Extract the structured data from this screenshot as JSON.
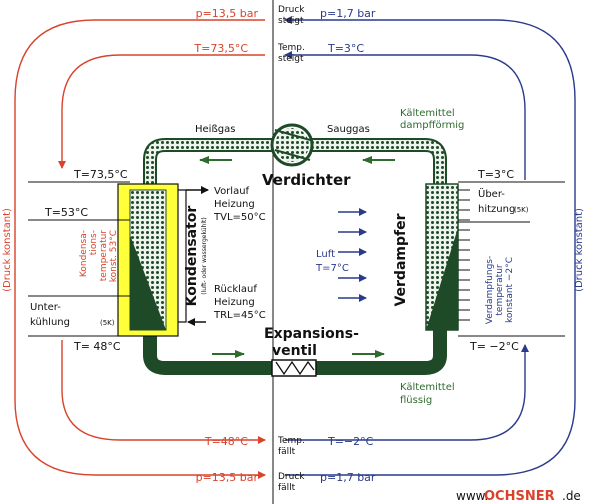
{
  "top": {
    "p_high": "p=13,5 bar",
    "p_low": "p=1,7 bar",
    "druck_1": "Druck",
    "druck_2": "steigt",
    "t_high": "T=73,5°C",
    "t_low": "T=3°C",
    "temp_1": "Temp.",
    "temp_2": "steigt"
  },
  "bottom": {
    "t_high": "T=48°C",
    "t_low": "T=−2°C",
    "temp_1": "Temp.",
    "temp_2": "fällt",
    "p_high": "p=13,5 bar",
    "p_low": "p=1,7 bar",
    "druck_1": "Druck",
    "druck_2": "fällt"
  },
  "pipes": {
    "heissgas": "Heißgas",
    "sauggas": "Sauggas",
    "vapor_1": "Kältemittel",
    "vapor_2": "dampfförmig",
    "liquid_1": "Kältemittel",
    "liquid_2": "flüssig"
  },
  "components": {
    "verdichter": "Verdichter",
    "expansion_1": "Expansions-",
    "expansion_2": "ventil",
    "kondensator": "Kondensator",
    "kondensator_sub": "(luft- oder wassergekühlt)",
    "verdampfer": "Verdampfer"
  },
  "condenser_side": {
    "t_in": "T=73,5°C",
    "t_53": "T=53°C",
    "kons_1": "Kondensa-",
    "kons_2": "tions-",
    "kons_3": "temperatur",
    "kons_4": "konst. 53°C",
    "unter_1": "Unter-",
    "unter_2": "kühlung",
    "unter_k": "(5K)",
    "t_out": "T= 48°C",
    "side_label": "(Druck konstant)"
  },
  "heating": {
    "vorlauf_1": "Vorlauf",
    "vorlauf_2": "Heizung",
    "vorlauf_3": "TVL=50°C",
    "ruecklauf_1": "Rücklauf",
    "ruecklauf_2": "Heizung",
    "ruecklauf_3": "TRL=45°C"
  },
  "evaporator_side": {
    "luft_1": "Luft",
    "luft_2": "T=7°C",
    "t_out": "T=3°C",
    "ueber_1": "Über-",
    "ueber_2": "hitzung",
    "ueber_k": "(5K)",
    "verd_1": "Verdampfungs-",
    "verd_2": "temperatur",
    "verd_3": "konstant −2°C",
    "t_in": "T= −2°C",
    "side_label": "(Druck konstant)"
  },
  "brand": {
    "prefix": "www.",
    "name": "OCHSNER",
    "suffix": ".de"
  },
  "colors": {
    "hot": "#d9432b",
    "cold": "#2a3a8c",
    "pipe": "#1f4a28",
    "condenser": "#ffff3a",
    "flow_arrow": "#2f6b2f"
  }
}
